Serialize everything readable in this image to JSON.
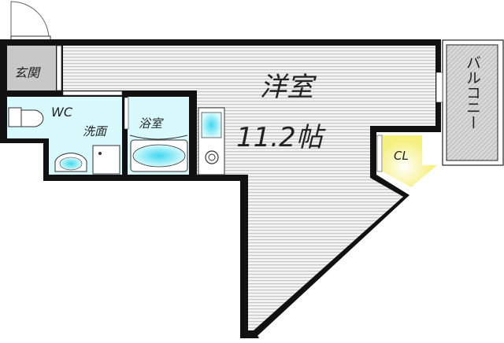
{
  "floor_plan": {
    "rooms": {
      "entrance": "玄関",
      "wc": "WC",
      "washroom": "洗面",
      "bathroom": "浴室",
      "western_room": "洋室",
      "western_room_size": "11.2帖",
      "closet": "CL",
      "balcony": "バルコニー"
    },
    "colors": {
      "wall": "#111111",
      "floor_stripe": "#c8c8c8",
      "wet_area": "#d8fafc",
      "fixture_water": "#3fd8f0",
      "entrance": "#c8c8c8",
      "closet": "#fdfcc0",
      "balcony_hatch": "#cfcfcf"
    }
  }
}
